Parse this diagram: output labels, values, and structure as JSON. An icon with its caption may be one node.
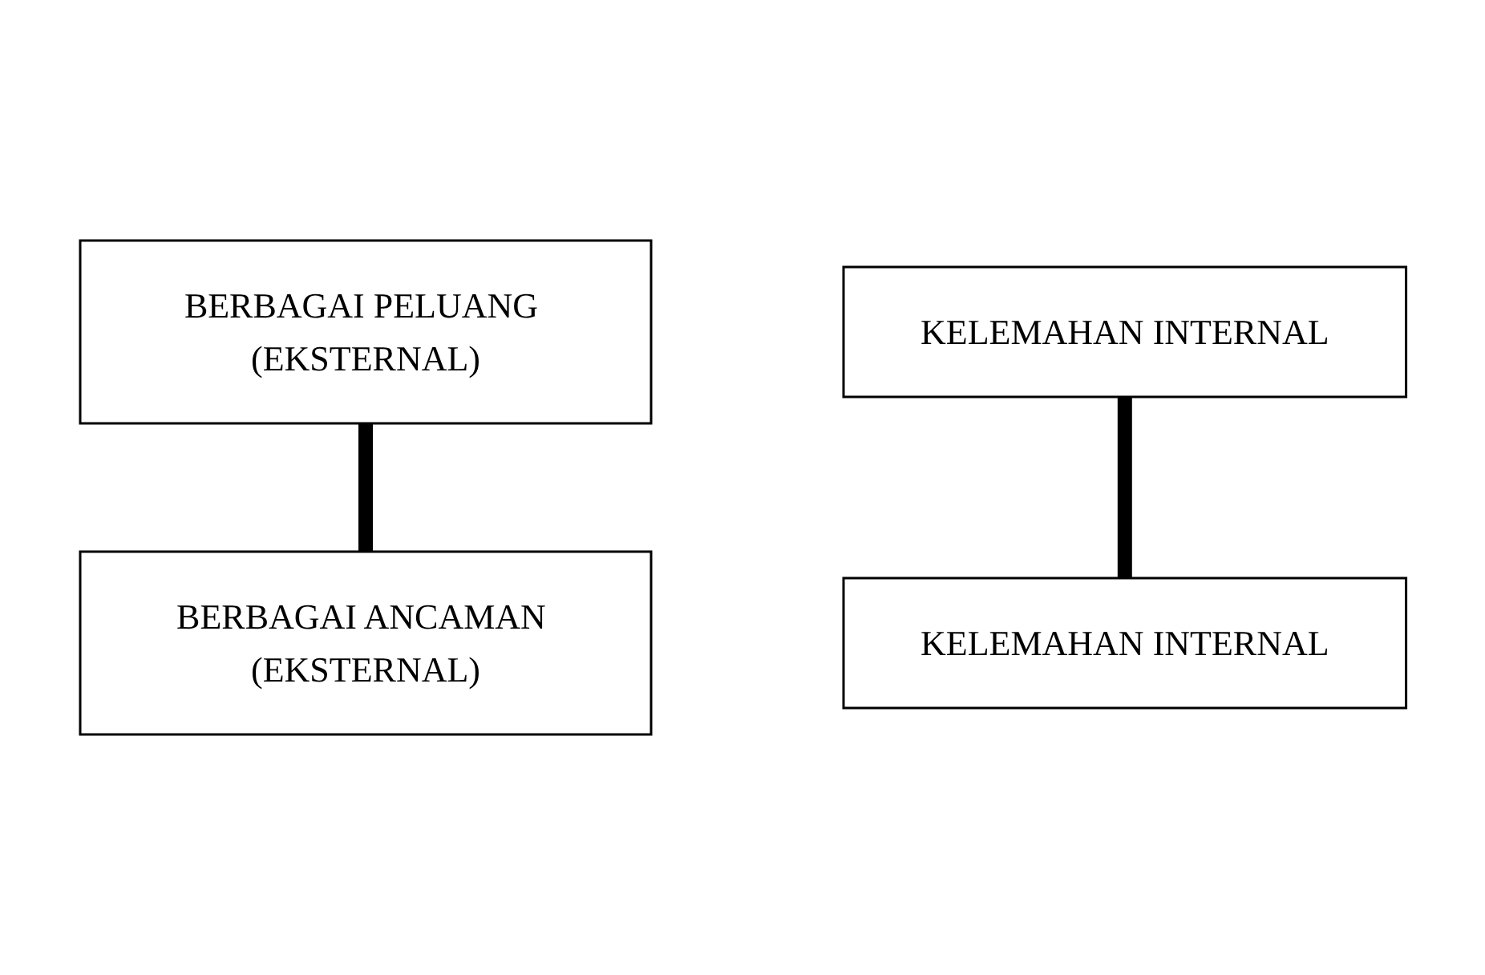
{
  "diagram": {
    "nodes": [
      {
        "text": [
          "BERBAGAI PELUANG (EKSTERNAL)"
        ]
      },
      {
        "text": [
          "KELEMAHAN INTERNAL"
        ]
      },
      {
        "text": [
          "KELEMAHAN INTERNAL"
        ]
      },
      {
        "text": [
          "BERBAGAI ANCAMAN (EKSTERNAL)"
        ]
      }
    ],
    "edges": [
      {
        "from": 0,
        "to": 3,
        "arrow": "none"
      },
      {
        "from": 1,
        "to": 2,
        "arrow": "none"
      }
    ]
  }
}
